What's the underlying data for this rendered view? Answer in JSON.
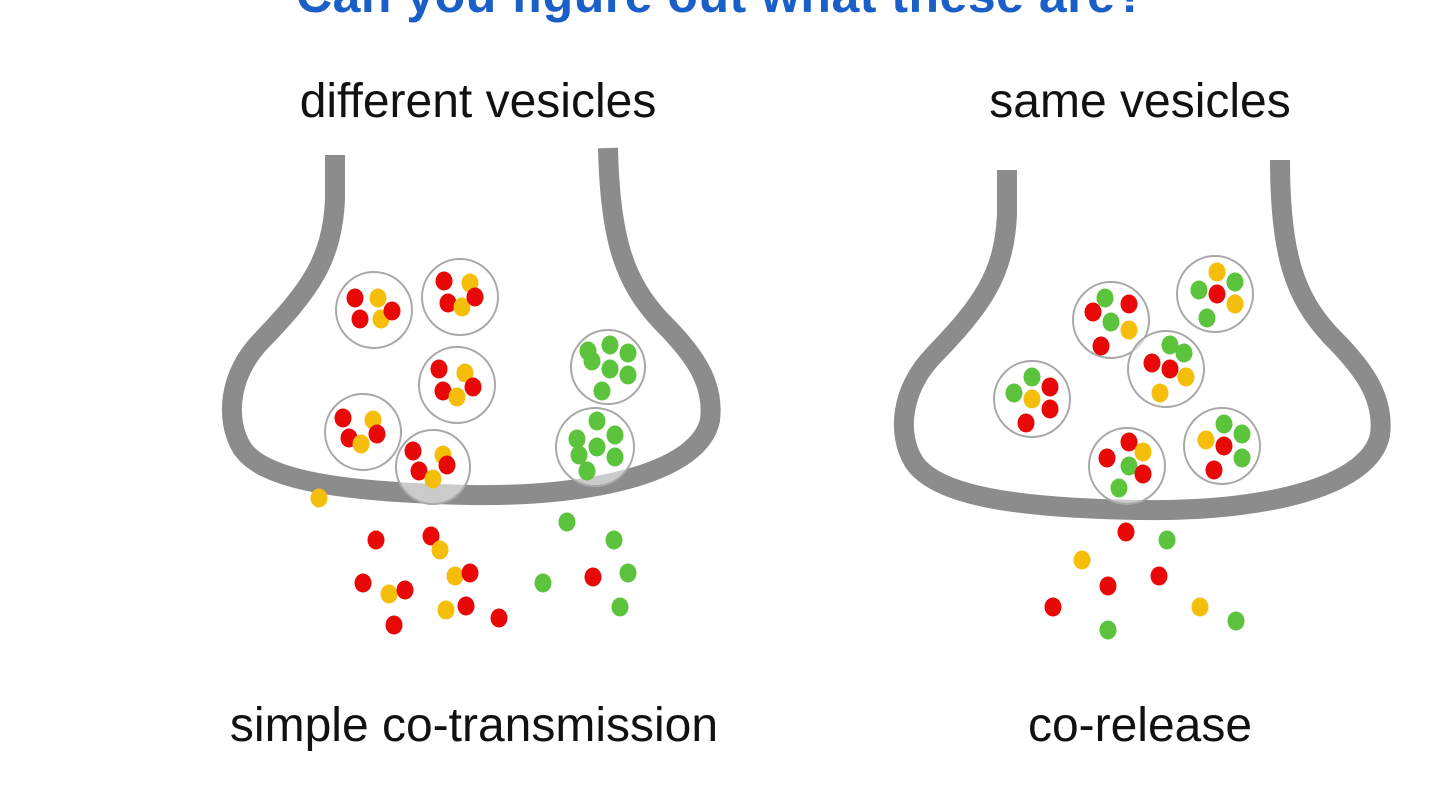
{
  "title": "Can you figure out what these are?",
  "left_panel": {
    "heading": "different vesicles",
    "caption": "simple co-transmission"
  },
  "right_panel": {
    "heading": "same vesicles",
    "caption": "co-release"
  },
  "colors": {
    "title": "#1a5fc8",
    "terminal_outline": "#8c8c8c",
    "vesicle_outline": "#a8a8a8",
    "red": "#e80808",
    "yellow": "#f5be0a",
    "green": "#5cc43c"
  }
}
